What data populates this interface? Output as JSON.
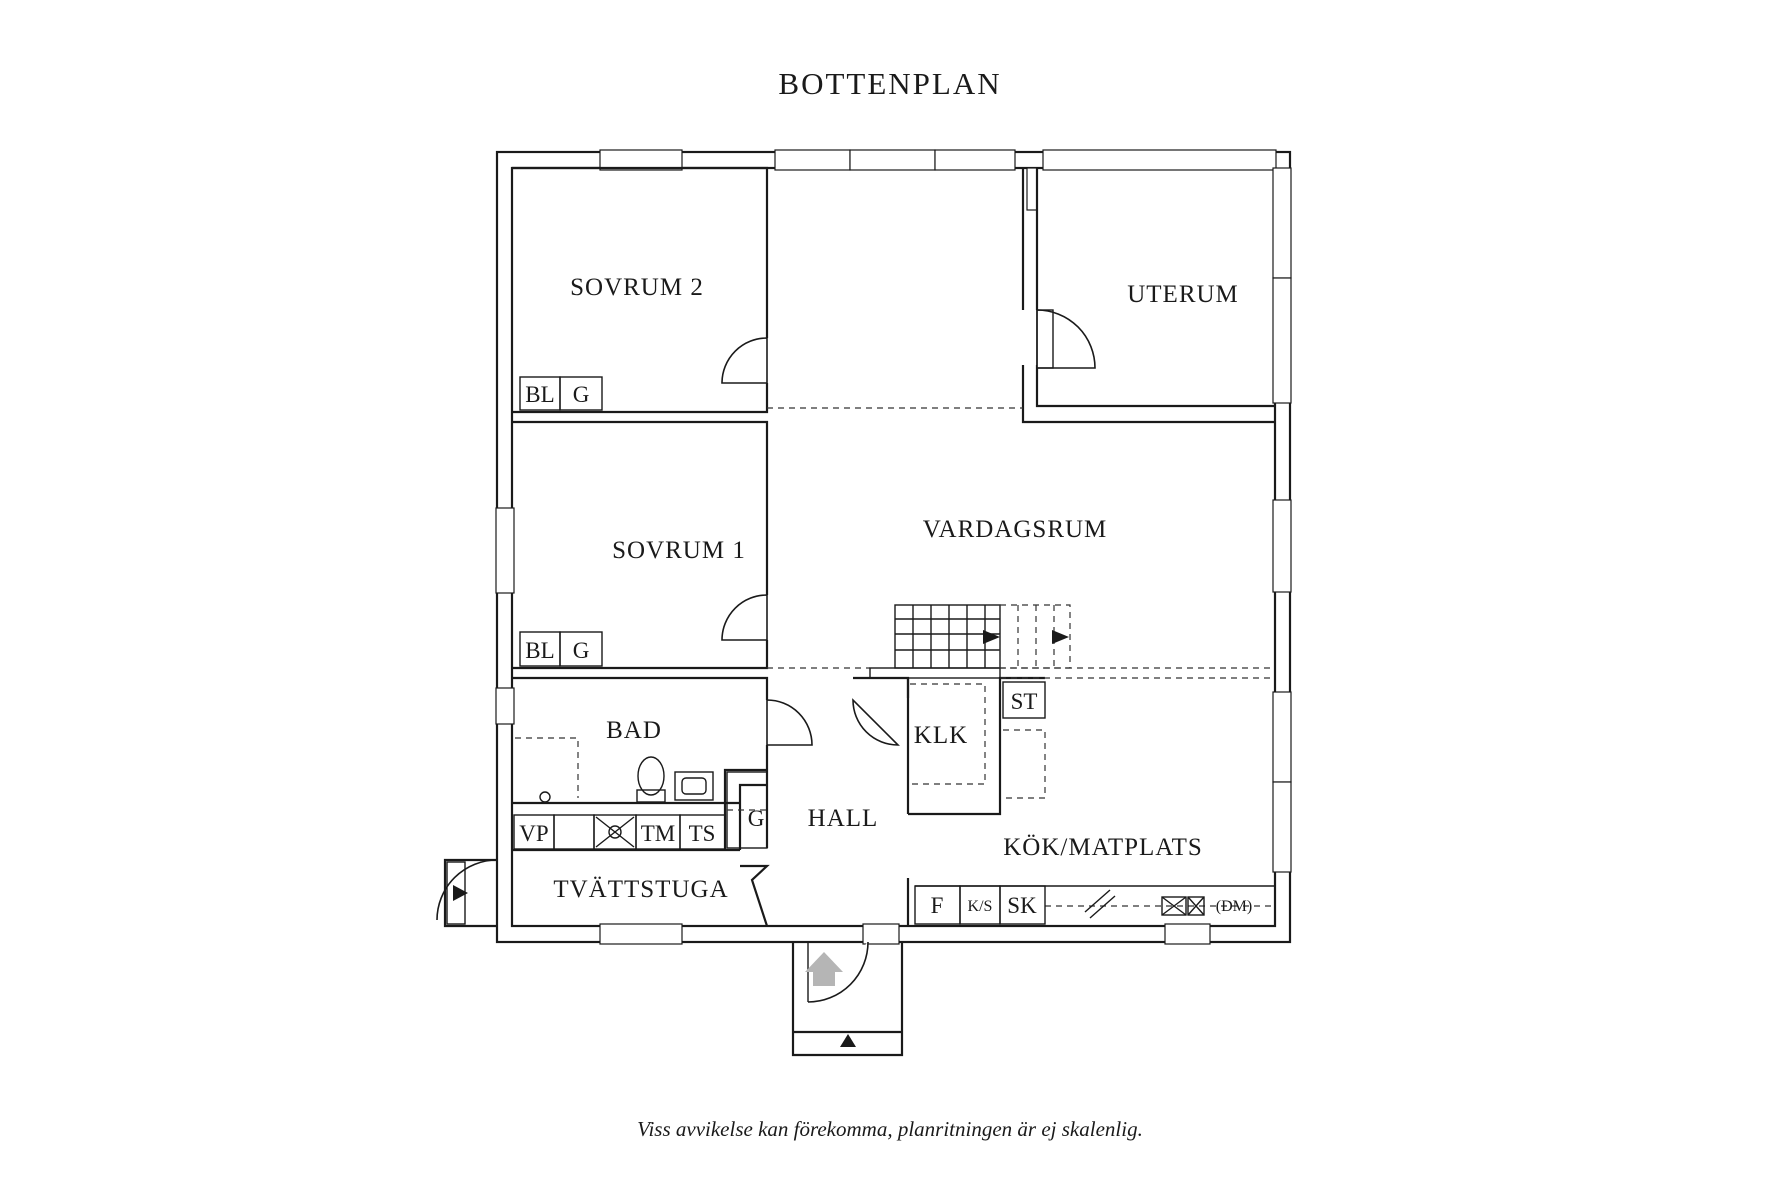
{
  "title": "BOTTENPLAN",
  "disclaimer": "Viss avvikelse kan förekomma, planritningen är ej skalenlig.",
  "rooms": {
    "sovrum2": "SOVRUM 2",
    "sovrum1": "SOVRUM 1",
    "uterum": "UTERUM",
    "vardagsrum": "VARDAGSRUM",
    "bad": "BAD",
    "klk": "KLK",
    "hall": "HALL",
    "kok": "KÖK/MATPLATS",
    "tvattstuga": "TVÄTTSTUGA"
  },
  "fixtures": {
    "bl": "BL",
    "g": "G",
    "st": "ST",
    "vp": "VP",
    "tm": "TM",
    "ts": "TS",
    "f": "F",
    "ks": "K/S",
    "sk": "SK",
    "dm": "(DM)"
  }
}
